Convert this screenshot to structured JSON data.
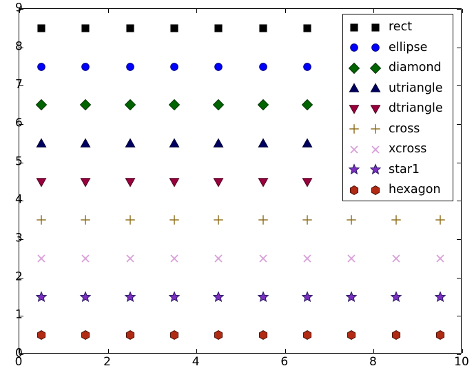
{
  "figure": {
    "background": "#ffffff",
    "axes_facecolor": "#ffffff",
    "frame_color": "#000000"
  },
  "chart_data": {
    "type": "scatter",
    "title": "",
    "xlabel": "",
    "ylabel": "",
    "xlim": [
      0,
      10
    ],
    "ylim": [
      0,
      9
    ],
    "xticks": [
      0,
      2,
      4,
      6,
      8,
      10
    ],
    "yticks": [
      0,
      1,
      2,
      3,
      4,
      5,
      6,
      7,
      8,
      9
    ],
    "xticklabels": [
      "0",
      "2",
      "4",
      "6",
      "8",
      "10"
    ],
    "yticklabels": [
      "0",
      "1",
      "2",
      "3",
      "4",
      "5",
      "6",
      "7",
      "8",
      "9"
    ],
    "grid": false,
    "legend_position": "upper right",
    "legend_marker_count_per_entry": 2,
    "x": [
      0.5,
      1.5,
      2.5,
      3.5,
      4.5,
      5.5,
      6.5,
      7.5,
      8.5,
      9.5
    ],
    "series": [
      {
        "name": "rect",
        "marker": "square",
        "y_value": 8.5,
        "values": [
          8.5,
          8.5,
          8.5,
          8.5,
          8.5,
          8.5,
          8.5,
          8.5,
          8.5,
          8.5
        ],
        "facecolor": "#000000",
        "edgecolor": "#000000",
        "size": 13
      },
      {
        "name": "ellipse",
        "marker": "circle",
        "y_value": 7.5,
        "values": [
          7.5,
          7.5,
          7.5,
          7.5,
          7.5,
          7.5,
          7.5,
          7.5,
          7.5,
          7.5
        ],
        "facecolor": "#0000ff",
        "edgecolor": "#000080",
        "size": 13
      },
      {
        "name": "diamond",
        "marker": "diamond",
        "y_value": 6.5,
        "values": [
          6.5,
          6.5,
          6.5,
          6.5,
          6.5,
          6.5,
          6.5,
          6.5,
          6.5,
          6.5
        ],
        "facecolor": "#006400",
        "edgecolor": "#003300",
        "size": 15
      },
      {
        "name": "utriangle",
        "marker": "triangle-up",
        "y_value": 5.5,
        "values": [
          5.5,
          5.5,
          5.5,
          5.5,
          5.5,
          5.5,
          5.5,
          5.5,
          5.5,
          5.5
        ],
        "facecolor": "#000060",
        "edgecolor": "#000030",
        "size": 14
      },
      {
        "name": "dtriangle",
        "marker": "triangle-down",
        "y_value": 4.5,
        "values": [
          4.5,
          4.5,
          4.5,
          4.5,
          4.5,
          4.5,
          4.5,
          4.5,
          4.5,
          4.5
        ],
        "facecolor": "#99003d",
        "edgecolor": "#4d0020",
        "size": 14
      },
      {
        "name": "cross",
        "marker": "plus",
        "y_value": 3.5,
        "values": [
          3.5,
          3.5,
          3.5,
          3.5,
          3.5,
          3.5,
          3.5,
          3.5,
          3.5,
          3.5
        ],
        "facecolor": "none",
        "edgecolor": "#8b6914",
        "size": 15
      },
      {
        "name": "xcross",
        "marker": "x",
        "y_value": 2.5,
        "values": [
          2.5,
          2.5,
          2.5,
          2.5,
          2.5,
          2.5,
          2.5,
          2.5,
          2.5,
          2.5
        ],
        "facecolor": "none",
        "edgecolor": "#d8a0d8",
        "size": 15
      },
      {
        "name": "star1",
        "marker": "star",
        "y_value": 1.5,
        "values": [
          1.5,
          1.5,
          1.5,
          1.5,
          1.5,
          1.5,
          1.5,
          1.5,
          1.5,
          1.5
        ],
        "facecolor": "#7b2fbe",
        "edgecolor": "#2b1a66",
        "size": 15
      },
      {
        "name": "hexagon",
        "marker": "hexagon",
        "y_value": 0.5,
        "values": [
          0.5,
          0.5,
          0.5,
          0.5,
          0.5,
          0.5,
          0.5,
          0.5,
          0.5,
          0.5
        ],
        "facecolor": "#b02a14",
        "edgecolor": "#4d1208",
        "size": 14
      }
    ]
  },
  "legend": {
    "entries": [
      {
        "label": "rect"
      },
      {
        "label": "ellipse"
      },
      {
        "label": "diamond"
      },
      {
        "label": "utriangle"
      },
      {
        "label": "dtriangle"
      },
      {
        "label": "cross"
      },
      {
        "label": "xcross"
      },
      {
        "label": "star1"
      },
      {
        "label": "hexagon"
      }
    ]
  }
}
